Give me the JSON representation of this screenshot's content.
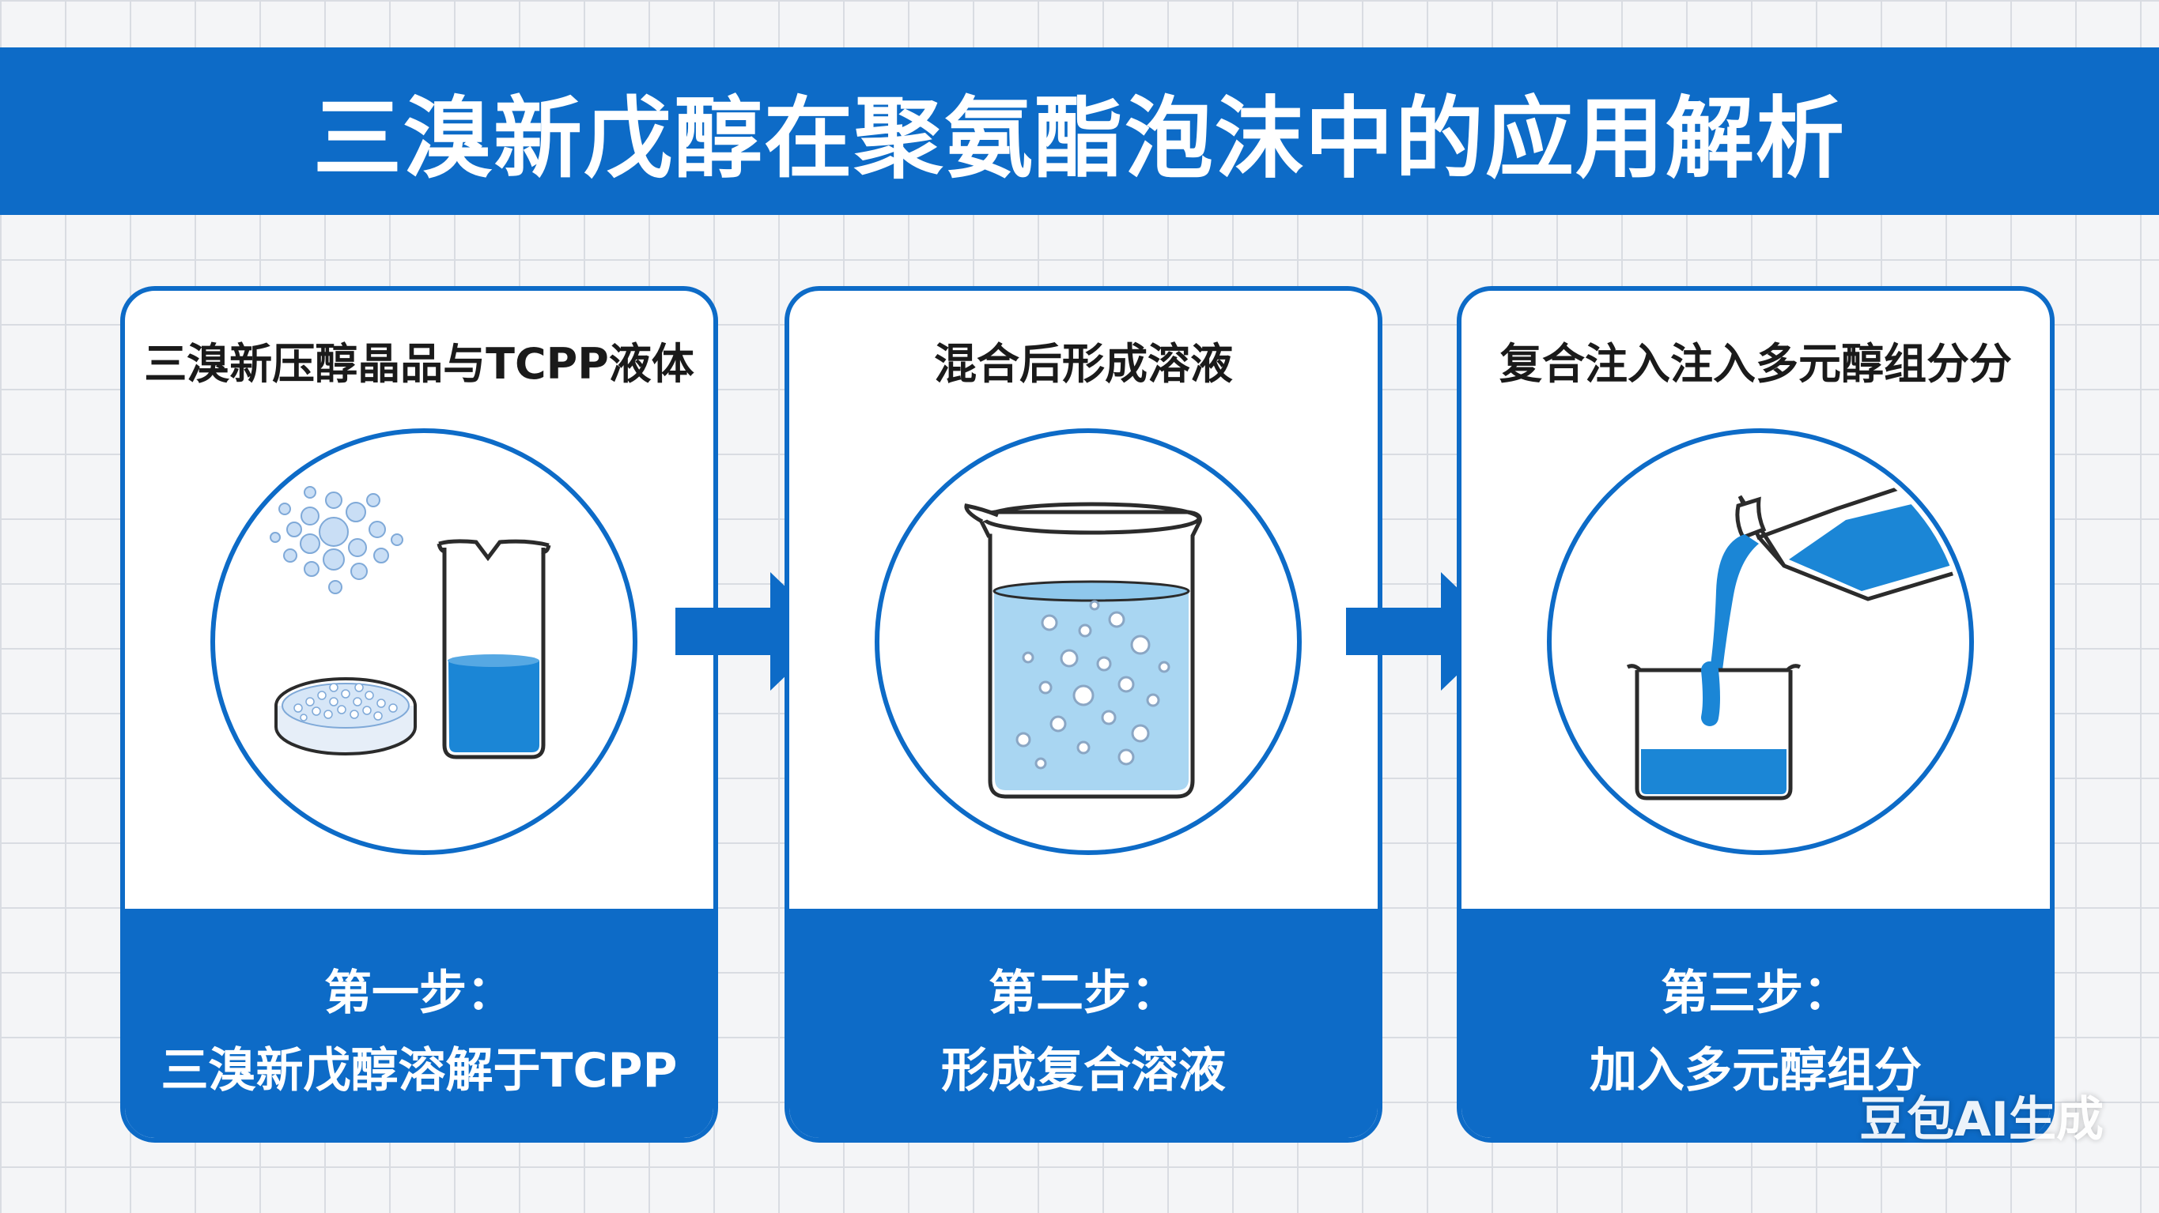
{
  "title": "三溴新戊醇在聚氨酯泡沫中的应用解析",
  "colors": {
    "primary": "#0d6bc7",
    "liquid": "#1b86d6",
    "liquid_light": "#a9d6f2",
    "background": "#f4f5f7"
  },
  "steps": [
    {
      "heading": "三溴新压醇晶品与TCPP液体",
      "step_label": "第一步：",
      "description": "三溴新戊醇溶解于TCPP",
      "illustration": "crystals-dish-and-beaker-icon"
    },
    {
      "heading": "混合后形成溶液",
      "step_label": "第二步：",
      "description": "形成复合溶液",
      "illustration": "beaker-with-bubbles-icon"
    },
    {
      "heading": "复合注入注入多元醇组分分",
      "step_label": "第三步：",
      "description": "加入多元醇组分",
      "illustration": "pouring-bottle-into-beaker-icon"
    }
  ],
  "arrows": [
    "right-arrow-icon",
    "right-arrow-icon"
  ],
  "watermark": "豆包AI生成"
}
